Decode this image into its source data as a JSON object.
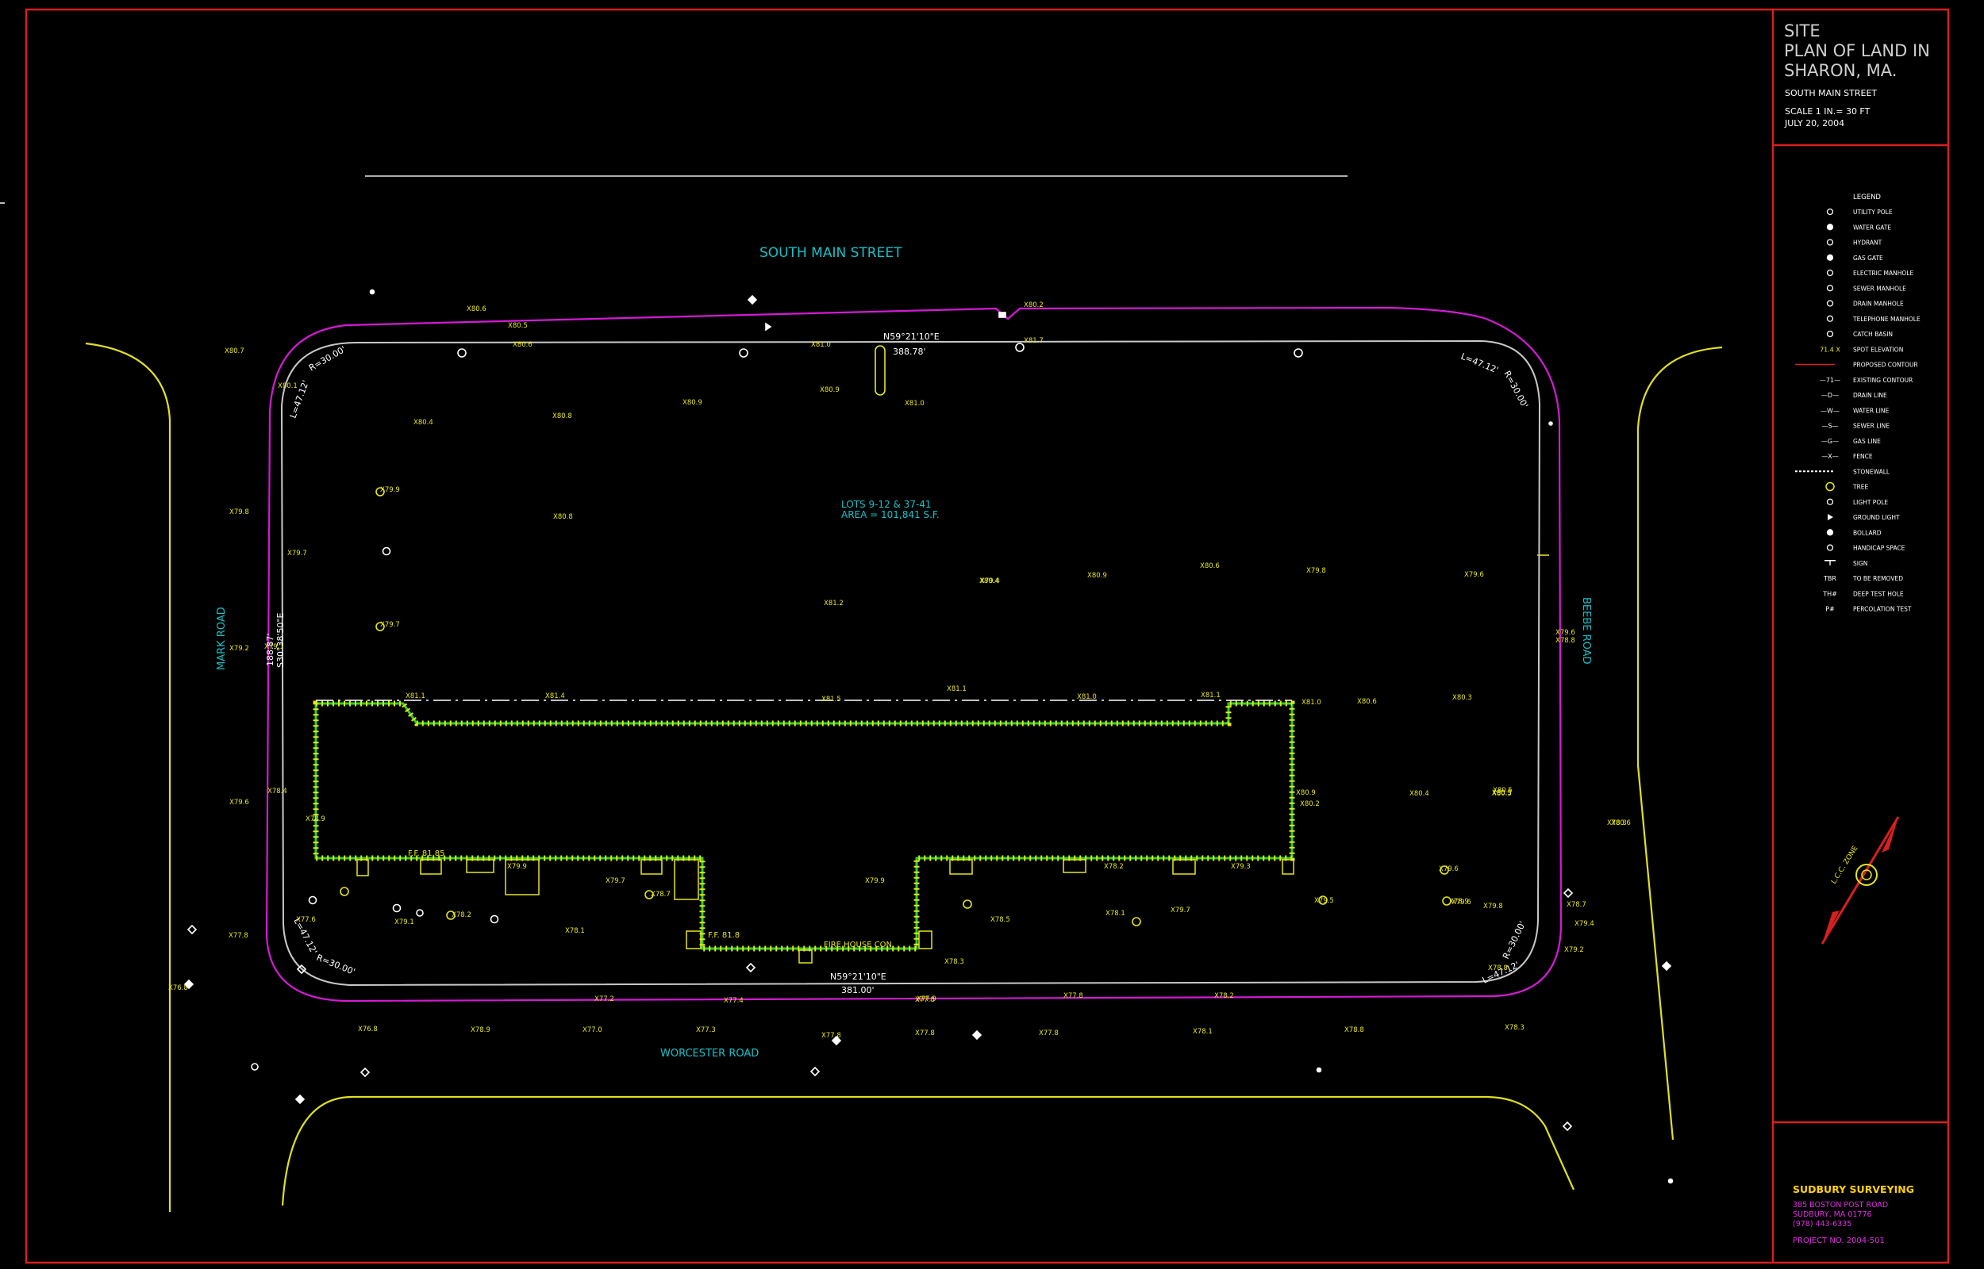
{
  "colors": {
    "background": "#000000",
    "frame": "#d81f1f",
    "lot_line": "#c8c8c8",
    "row_line": "#d41ad4",
    "road_edge": "#e0e020",
    "label_cyan": "#18c0c8",
    "elevation": "#e6e61c",
    "building": "#28d228",
    "white": "#ffffff",
    "title_gray": "#cfcfcf",
    "company_yellow": "#ffd200",
    "company_magenta": "#e22ee2"
  },
  "title_block": {
    "title": [
      "SITE",
      "PLAN OF LAND IN",
      "SHARON, MA."
    ],
    "street": "SOUTH MAIN STREET",
    "scale": "SCALE 1 IN.= 30 FT",
    "date": "JULY 20, 2004",
    "legend_title": "LEGEND",
    "legend": [
      {
        "icon": "utility-pole-icon",
        "sym": "",
        "label": "UTILITY POLE"
      },
      {
        "icon": "water-gate-icon",
        "sym": "",
        "label": "WATER GATE"
      },
      {
        "icon": "hydrant-icon",
        "sym": "",
        "label": "HYDRANT"
      },
      {
        "icon": "gas-gate-icon",
        "sym": "",
        "label": "GAS GATE"
      },
      {
        "icon": "electric-manhole-icon",
        "sym": "",
        "label": "ELECTRIC MANHOLE"
      },
      {
        "icon": "sewer-manhole-icon",
        "sym": "",
        "label": "SEWER MANHOLE"
      },
      {
        "icon": "drain-manhole-icon",
        "sym": "",
        "label": "DRAIN MANHOLE"
      },
      {
        "icon": "telephone-manhole-icon",
        "sym": "",
        "label": "TELEPHONE MANHOLE"
      },
      {
        "icon": "catch-basin-icon",
        "sym": "",
        "label": "CATCH BASIN"
      },
      {
        "icon": "spot-elevation-icon",
        "sym": "71.4 X",
        "label": "SPOT ELEVATION"
      },
      {
        "icon": "proposed-contour-icon",
        "sym": "",
        "label": "PROPOSED CONTOUR"
      },
      {
        "icon": "existing-contour-icon",
        "sym": "—71—",
        "label": "EXISTING CONTOUR"
      },
      {
        "icon": "drain-line-icon",
        "sym": "—D—",
        "label": "DRAIN LINE"
      },
      {
        "icon": "water-line-icon",
        "sym": "—W—",
        "label": "WATER LINE"
      },
      {
        "icon": "sewer-line-icon",
        "sym": "—S—",
        "label": "SEWER LINE"
      },
      {
        "icon": "gas-line-icon",
        "sym": "—G—",
        "label": "GAS LINE"
      },
      {
        "icon": "fence-icon",
        "sym": "—X—",
        "label": "FENCE"
      },
      {
        "icon": "stonewall-icon",
        "sym": "",
        "label": "STONEWALL"
      },
      {
        "icon": "tree-icon",
        "sym": "",
        "label": "TREE"
      },
      {
        "icon": "light-pole-icon",
        "sym": "",
        "label": "LIGHT POLE"
      },
      {
        "icon": "ground-light-icon",
        "sym": "",
        "label": "GROUND LIGHT"
      },
      {
        "icon": "bollard-icon",
        "sym": "",
        "label": "BOLLARD"
      },
      {
        "icon": "handicap-space-icon",
        "sym": "",
        "label": "HANDICAP SPACE"
      },
      {
        "icon": "sign-icon",
        "sym": "",
        "label": "SIGN"
      },
      {
        "icon": "to-be-removed-icon",
        "sym": "TBR",
        "label": "TO BE REMOVED"
      },
      {
        "icon": "deep-test-hole-icon",
        "sym": "TH#",
        "label": "DEEP TEST HOLE"
      },
      {
        "icon": "percolation-test-icon",
        "sym": "P#",
        "label": "PERCOLATION TEST"
      }
    ],
    "north_arrow_label": "L.C.C. ZONE",
    "company": "SUDBURY SURVEYING",
    "address1": "385 BOSTON POST ROAD",
    "address2": "SUDBURY, MA 01776",
    "phone": "(978) 443-6335",
    "project": "PROJECT NO. 2004-501"
  },
  "plan": {
    "streets": {
      "south_main": "SOUTH MAIN STREET",
      "worcester": "WORCESTER ROAD",
      "mark": "MARK ROAD",
      "beebe": "BEEBE ROAD"
    },
    "lots_line1": "LOTS 9-12 & 37-41",
    "lots_line2": "AREA = 101,841 S.F.",
    "bearings": {
      "top": "N59°21'10\"E",
      "top_dist": "388.78'",
      "bottom": "N59°21'10\"E",
      "bottom_dist": "381.00'",
      "left": "S30°38'50\"E",
      "left_dist": "188.87'"
    },
    "curves": {
      "top_left_l": "L=47.12'",
      "top_left_r": "R=30.00'",
      "top_right_l": "L=47.12'",
      "top_right_r": "R=30.00'",
      "bottom_left_l": "L=47.12'",
      "bottom_left_r": "R=30.00'",
      "bottom_right_l": "L=47.12'",
      "bottom_right_r": "R=30.00'"
    },
    "building": {
      "ff": "F.F. 81.85",
      "ff2": "F.F. 81.8",
      "firehouse": "FIRE HOUSE CON."
    },
    "spot_elevations": [
      "X80.7",
      "X80.6",
      "X80.1",
      "X80.2",
      "X80.5",
      "X79.9",
      "X79.8",
      "X79.7",
      "X79.7",
      "X79.2",
      "X79.1",
      "X79.6",
      "X78.4",
      "X78.9",
      "X77.8",
      "X77.6",
      "X78.2",
      "X76.8",
      "X79.9",
      "X79.7",
      "X78.1",
      "X79.1",
      "X81.1",
      "X81.4",
      "X81.5",
      "X81.1",
      "X81.0",
      "X81.1",
      "X81.0",
      "X80.6",
      "X80.3",
      "X80.9",
      "X80.4",
      "X80.5",
      "X80.6",
      "X80.2",
      "X80.3",
      "X80.5",
      "X80.4",
      "X80.8",
      "X80.6",
      "X80.8",
      "X80.9",
      "X81.0",
      "X80.9",
      "X81.2",
      "X81.0",
      "X81.7",
      "X80.4",
      "X80.6",
      "X80.9",
      "X79.8",
      "X79.6",
      "X79.4",
      "X78.2",
      "X79.3",
      "X79.5",
      "X79.6",
      "X78.9",
      "X78.5",
      "X78.7",
      "X78.3",
      "X78.1",
      "X79.7",
      "X79.8",
      "X79.6",
      "X78.7",
      "X79.2",
      "X79.4",
      "X78.8",
      "X79.6",
      "X78.3",
      "X78.8",
      "X79.9",
      "X77.2",
      "X77.4",
      "X77.8",
      "X77.9",
      "X77.8",
      "X78.2",
      "X78.9",
      "X77.0",
      "X77.3",
      "X77.8",
      "X77.8",
      "X77.8",
      "X78.1",
      "X78.8",
      "X78.3",
      "X76.8"
    ]
  }
}
